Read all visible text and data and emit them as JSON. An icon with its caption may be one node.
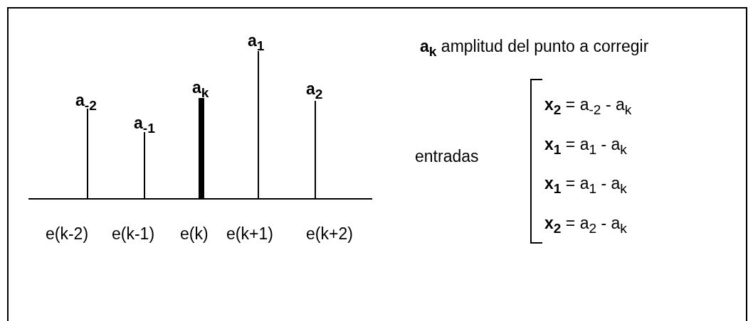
{
  "diagram": {
    "labels": [
      "a$_{1}$",
      "**a$_{k}$** amplitud del punto a corregir",
      "a$_{-2}$",
      "a$_{k}$",
      "a$_{2}$",
      "a$_{-1}$",
      "**x$_{2}$** = a$_{-2}$ - a$_{k}$",
      "**x$_{1}$** = a$_{1}$ - a$_{k}$",
      "entradas",
      "**x$_{1}$** = a$_{1}$ - a$_{k}$",
      "**x$_{2}$** = a$_{2}$ - a$_{k}$",
      "e(k-2)",
      "e(k-1)",
      "e(k)",
      "e(k+1)",
      "e(k+2)"
    ]
  }
}
